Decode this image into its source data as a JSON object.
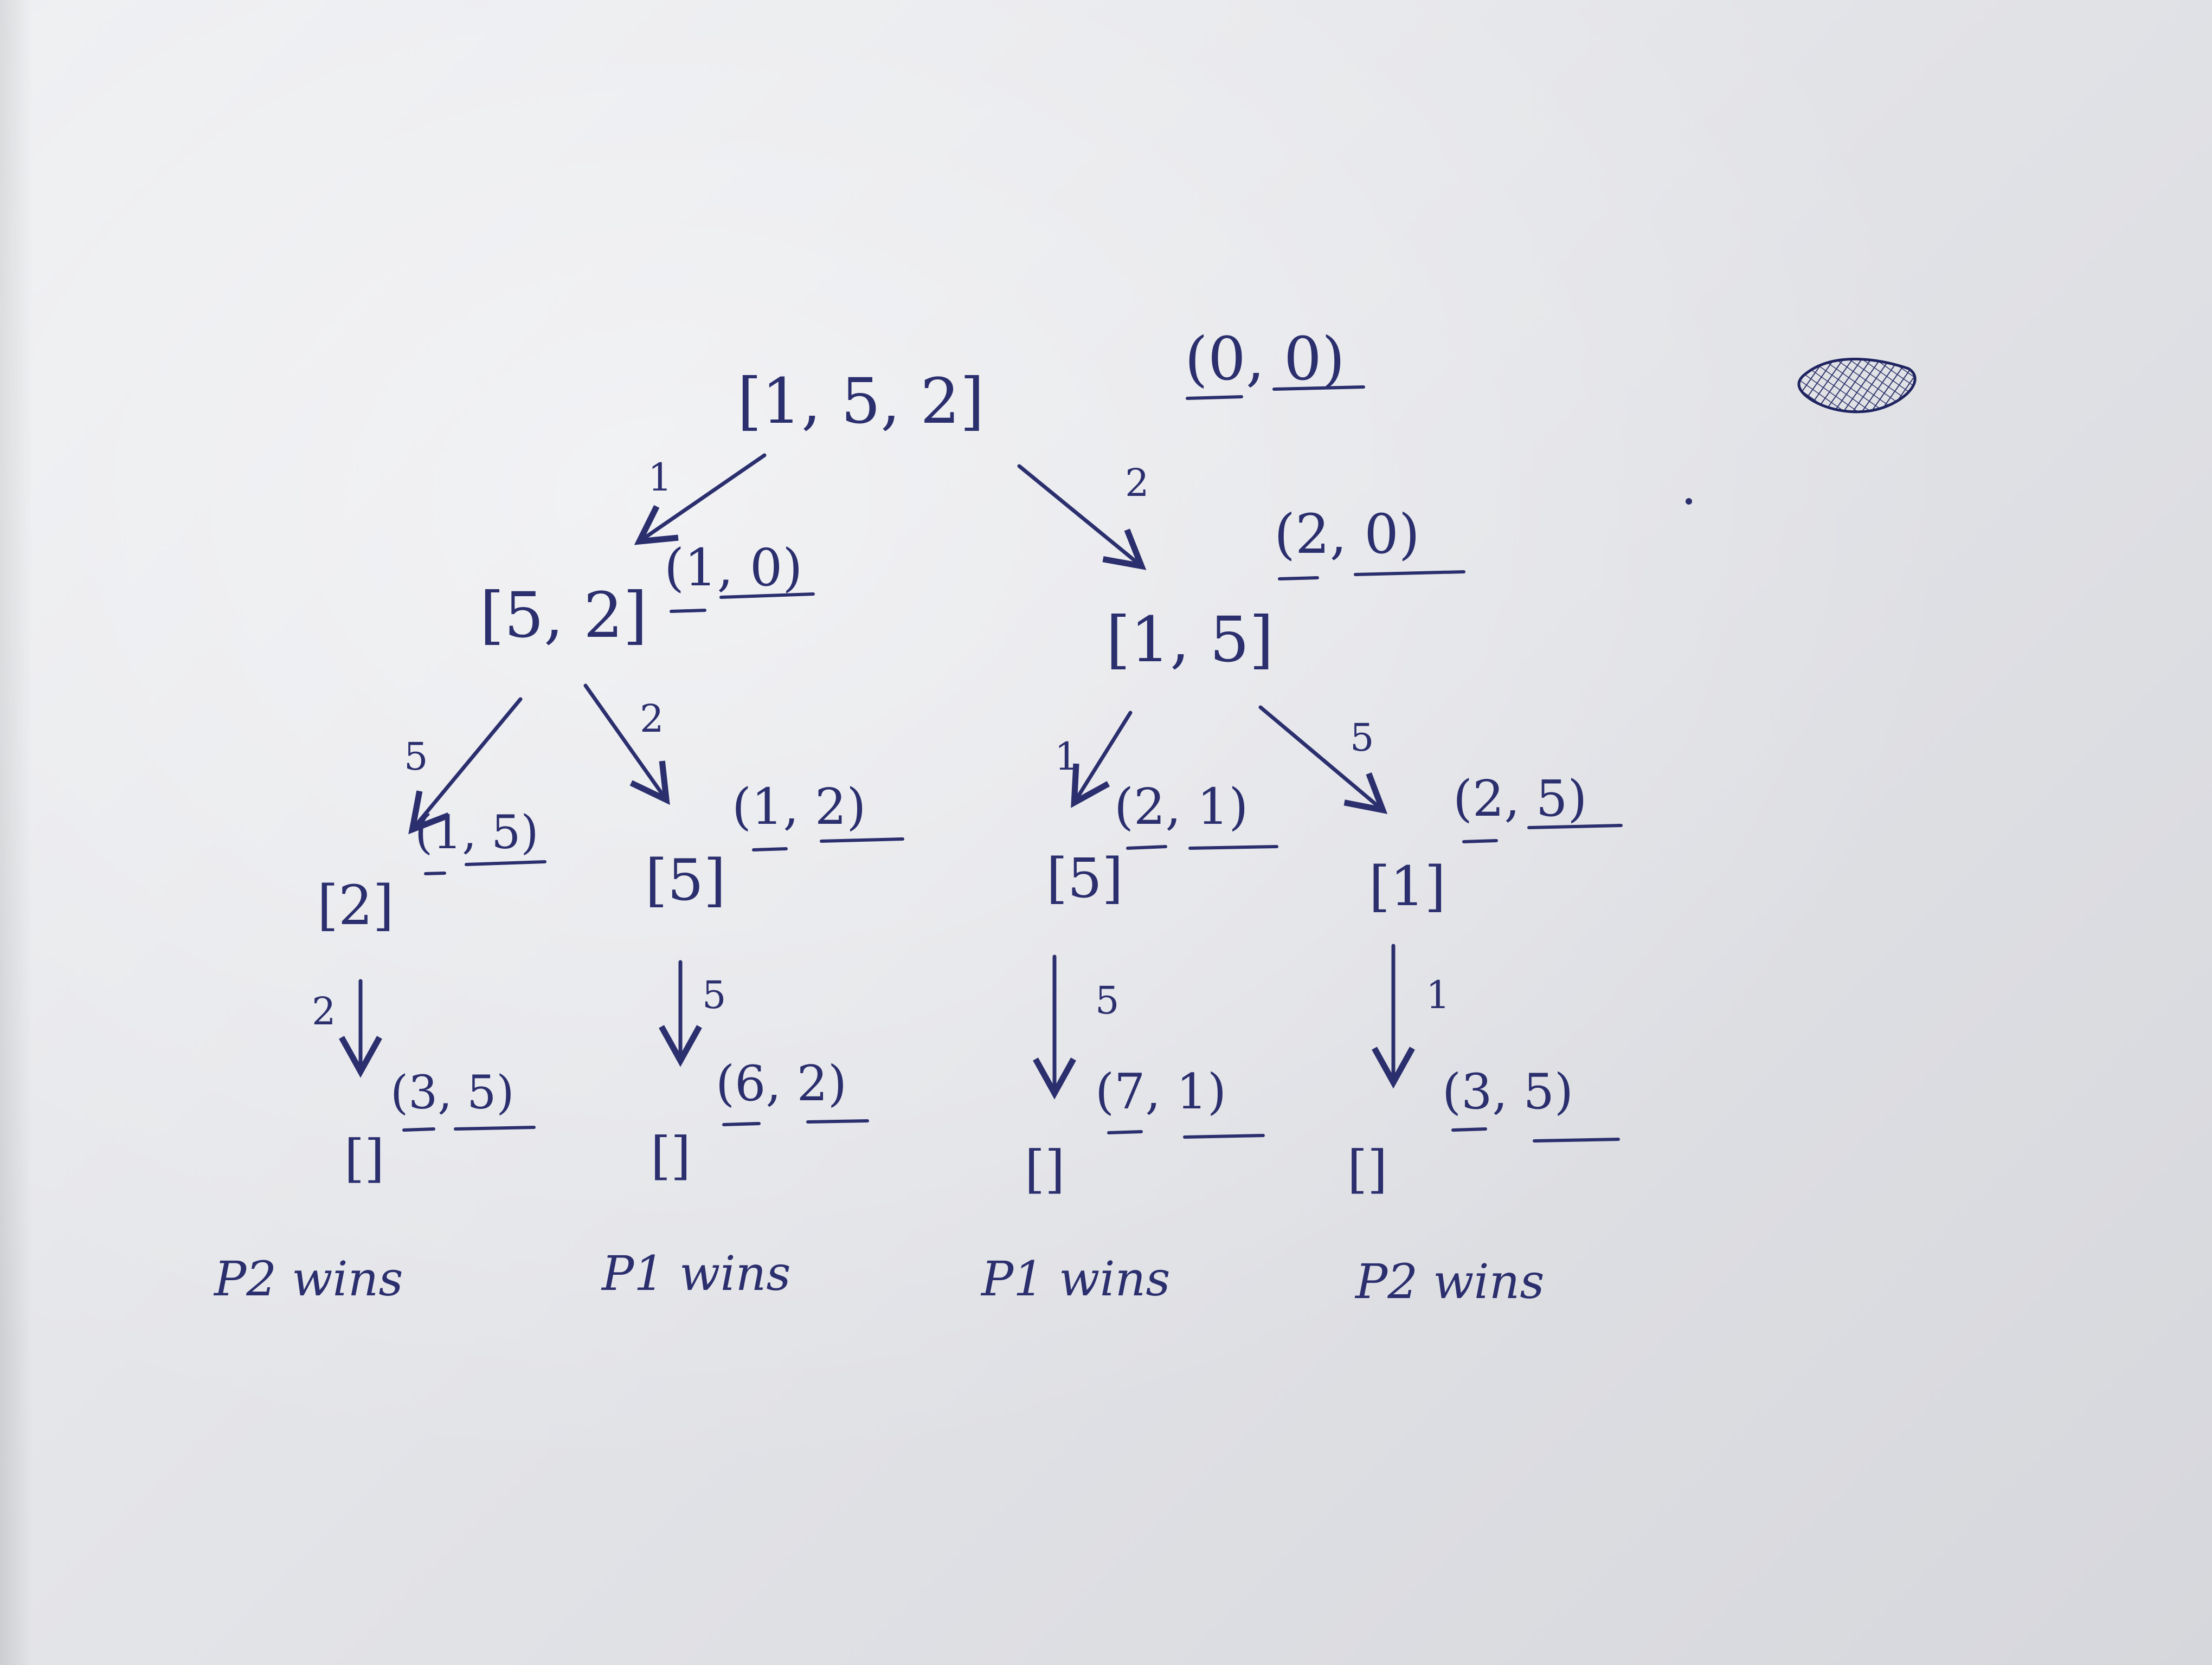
{
  "root": {
    "list": "[1, 5, 2]",
    "score": "(0, 0)"
  },
  "level1": {
    "left": {
      "edge": "1",
      "list": "[5, 2]",
      "score": "(1, 0)"
    },
    "right": {
      "edge": "2",
      "list": "[1, 5]",
      "score": "(2, 0)"
    }
  },
  "level2": {
    "ll": {
      "edge": "5",
      "list": "[2]",
      "score": "(1, 5)"
    },
    "lr": {
      "edge": "2",
      "list": "[5]",
      "score": "(1, 2)"
    },
    "rl": {
      "edge": "1",
      "list": "[5]",
      "score": "(2, 1)"
    },
    "rr": {
      "edge": "5",
      "list": "[1]",
      "score": "(2, 5)"
    }
  },
  "level3": {
    "ll": {
      "edge": "2",
      "list": "[]",
      "score": "(3, 5)",
      "result": "P2 wins"
    },
    "lr": {
      "edge": "5",
      "list": "[]",
      "score": "(6, 2)",
      "result": "P1 wins"
    },
    "rl": {
      "edge": "5",
      "list": "[]",
      "score": "(7, 1)",
      "result": "P1 wins"
    },
    "rr": {
      "edge": "1",
      "list": "[]",
      "score": "(3, 5)",
      "result": "P2 wins"
    }
  },
  "colors": {
    "ink": "#2b2f6e",
    "paper": "#e6e7eb"
  }
}
